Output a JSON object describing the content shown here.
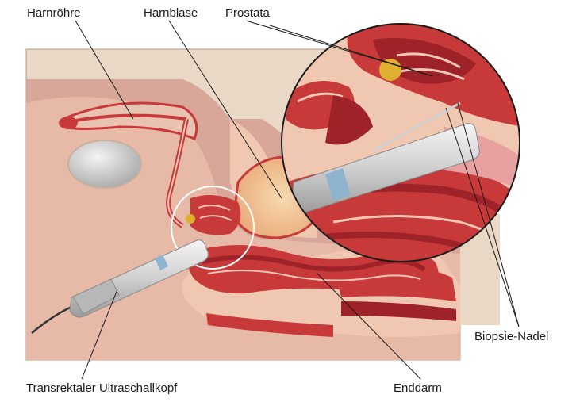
{
  "labels": {
    "harnroehre": "Harnröhre",
    "harnblase": "Harnblase",
    "prostata": "Prostata",
    "biopsie_nadel": "Biopsie-Nadel",
    "transrektaler_ultraschallkopf": "Transrektaler Ultraschallkopf",
    "enddarm": "Enddarm"
  },
  "colors": {
    "background_panel": "#e9d8c6",
    "skin": "#d9a79a",
    "tissue_light": "#f0c7b0",
    "tissue_red": "#c8393a",
    "tissue_dark": "#9e2328",
    "bladder": "#f2c690",
    "probe": "#d8d8d8",
    "probe_band": "#8fb4d0",
    "prostate_gland": "#e0b030",
    "leader_line": "#1a1a1a"
  }
}
